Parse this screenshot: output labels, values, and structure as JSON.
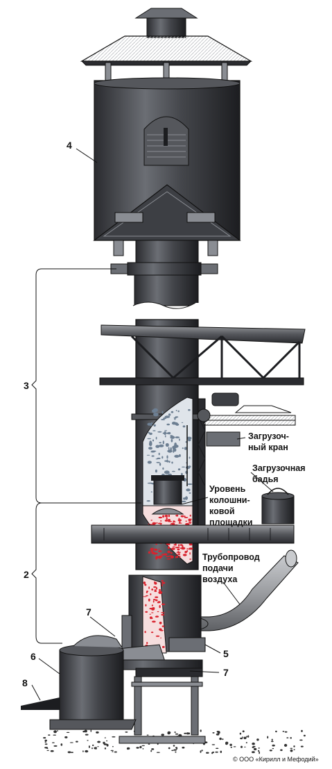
{
  "labels": {
    "n2": "2",
    "n3": "3",
    "n4": "4",
    "n5": "5",
    "n6": "6",
    "n7a": "7",
    "n7b": "7",
    "n8": "8",
    "crane": [
      "Загрузоч-",
      "ный кран"
    ],
    "bucket": [
      "Загрузочная",
      "бадья"
    ],
    "level": [
      "Уровень",
      "колошни-",
      "ковой",
      "площадки"
    ],
    "pipe": [
      "Трубопровод",
      "подачи",
      "воздуха"
    ]
  },
  "copyright": "© ООО «Кирилл и Мефодий»",
  "colors": {
    "steel": "#3d3f44",
    "steel_dark": "#1e1f22",
    "steel_light": "#8a8d93",
    "pipe_gray": "#9a9ca0",
    "charge_blue": "#6d7f92",
    "melt_red": "#d9232e"
  }
}
